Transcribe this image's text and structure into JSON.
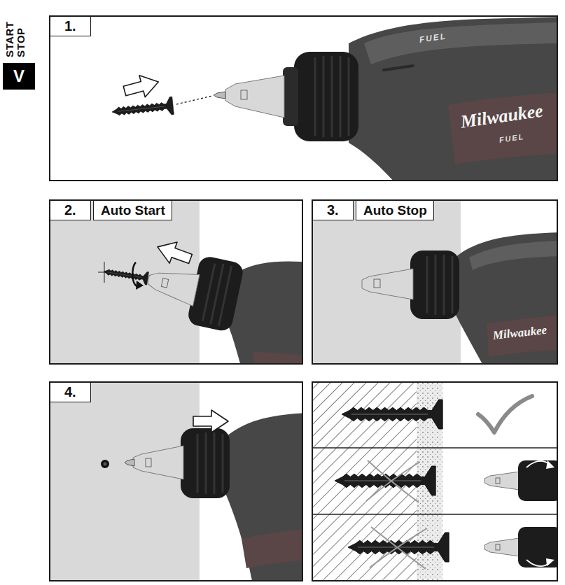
{
  "diagram": {
    "nodes": [
      {
        "text": [
          "START STOP",
          "V"
        ]
      },
      {
        "text": [
          "1."
        ]
      },
      {
        "text": [
          "2.",
          "Auto Start"
        ]
      },
      {
        "text": [
          "3.",
          "Auto Stop"
        ]
      },
      {
        "text": [
          "4."
        ]
      }
    ],
    "labels": [
      "FUEL",
      "Milwaukee",
      "FUEL",
      "Milwaukee"
    ]
  }
}
